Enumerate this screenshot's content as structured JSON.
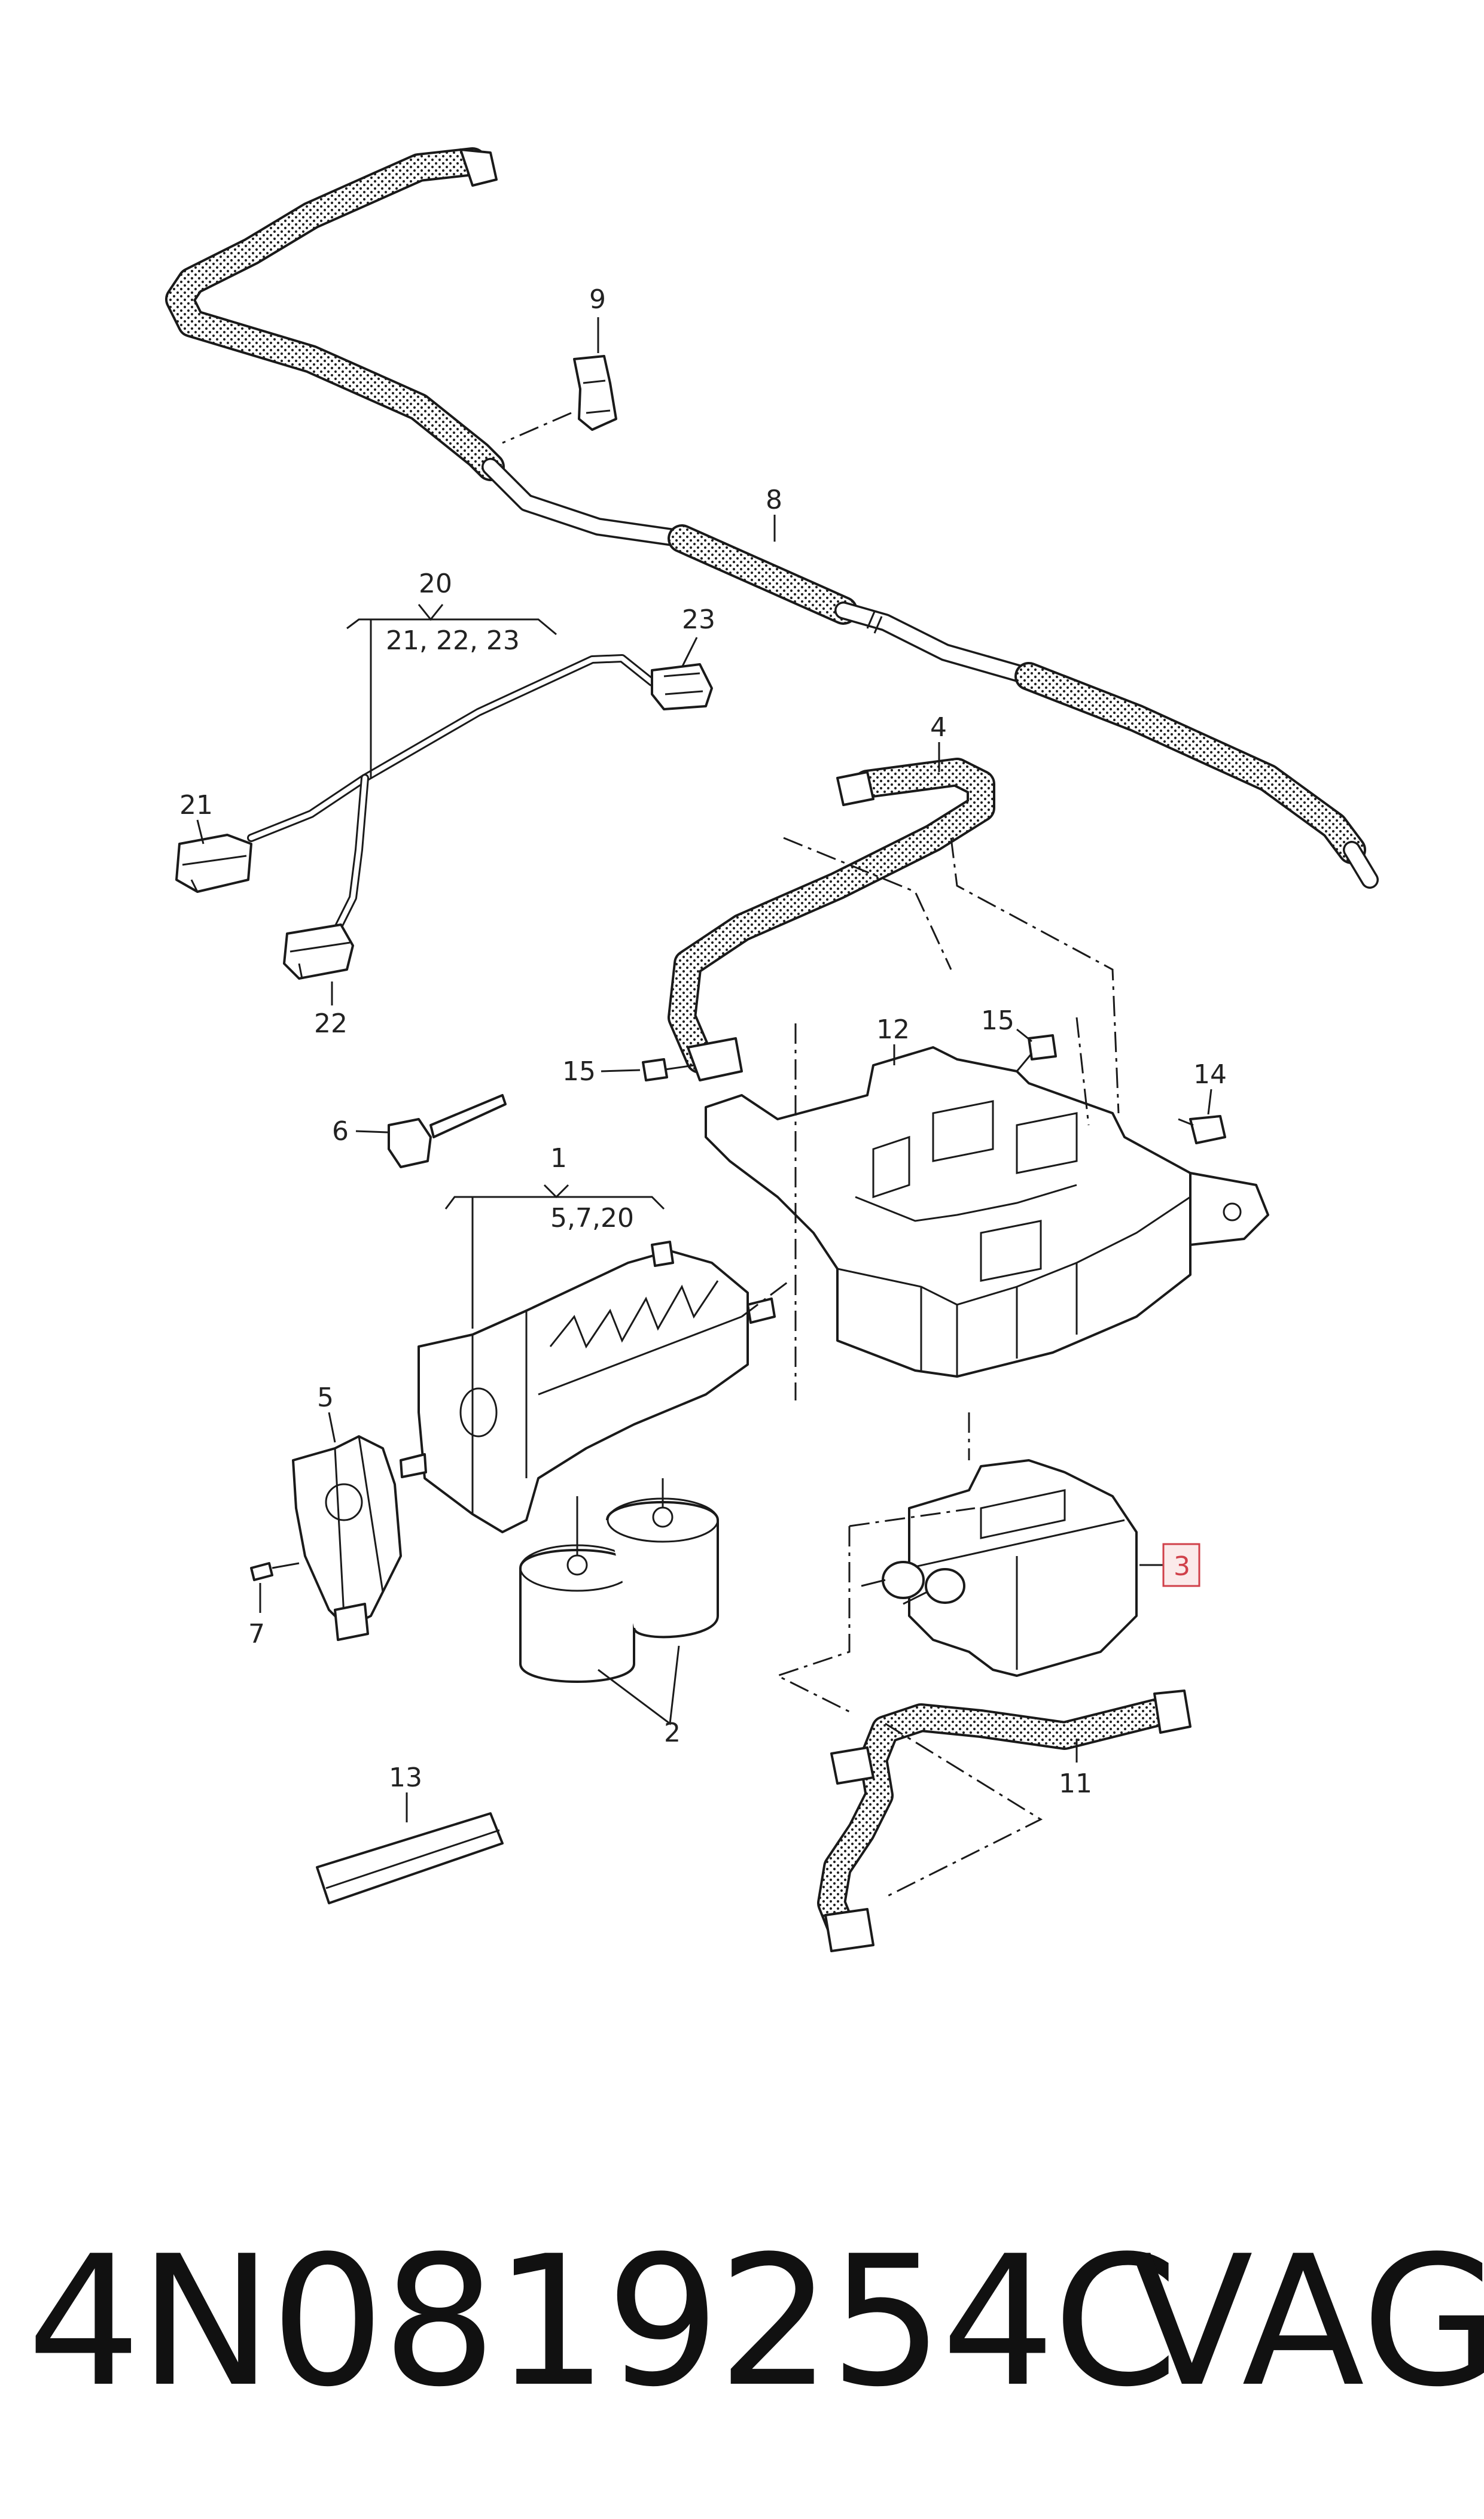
{
  "diagram": {
    "callouts": {
      "c1": "1",
      "c1_sub": "5,7,20",
      "c2": "2",
      "c3": "3",
      "c4": "4",
      "c5": "5",
      "c6": "6",
      "c7": "7",
      "c8": "8",
      "c9": "9",
      "c11": "11",
      "c12": "12",
      "c13": "13",
      "c14": "14",
      "c15a": "15",
      "c15b": "15",
      "c20": "20",
      "c20_sub": "21, 22, 23",
      "c21": "21",
      "c22": "22",
      "c23": "23"
    },
    "highlight_color": "#d0404a"
  },
  "footer": {
    "part_number": "4N0819254C",
    "brand": "VAG"
  }
}
